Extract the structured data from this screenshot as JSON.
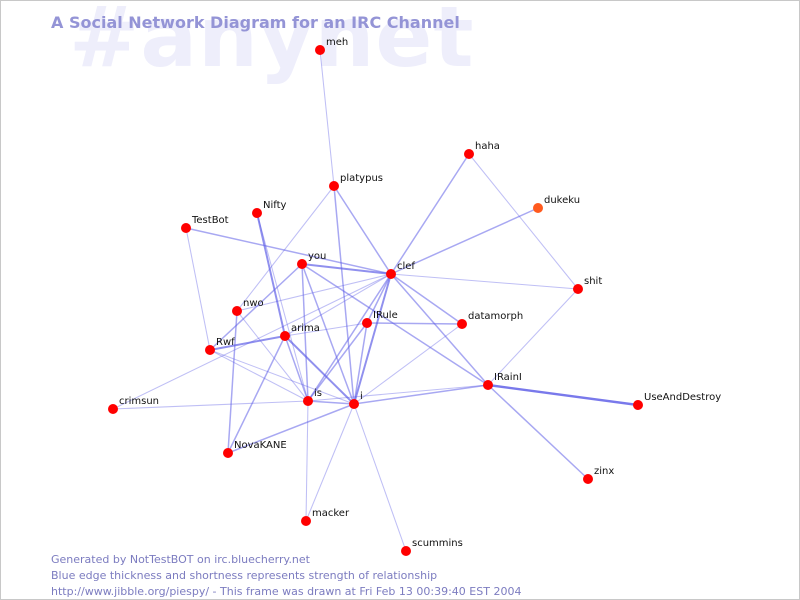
{
  "watermark": "#anynet",
  "title": "A Social Network Diagram for an IRC Channel",
  "footer": {
    "line1": "Generated by NotTestBOT on irc.bluecherry.net",
    "line2": "Blue edge thickness and shortness represents strength of relationship",
    "line3": "http://www.jibble.org/piespy/ - This frame was drawn at Fri Feb 13 00:39:40 EST 2004"
  },
  "colors": {
    "node": "#ff0000",
    "node_highlight": "#ff5a1e",
    "edge": "#5a5ae6",
    "title": "#9494d6",
    "watermark": "#eeeefb",
    "footer": "#7c7cc0"
  },
  "nodes": [
    {
      "id": "meh",
      "label": "meh"
    },
    {
      "id": "haha",
      "label": "haha"
    },
    {
      "id": "platypus",
      "label": "platypus"
    },
    {
      "id": "dukeku",
      "label": "dukeku",
      "highlight": true
    },
    {
      "id": "Nifty",
      "label": "Nifty"
    },
    {
      "id": "TestBot",
      "label": "TestBot"
    },
    {
      "id": "you",
      "label": "you"
    },
    {
      "id": "clef",
      "label": "clef"
    },
    {
      "id": "shit",
      "label": "shit"
    },
    {
      "id": "nwo",
      "label": "nwo"
    },
    {
      "id": "IRule",
      "label": "IRule"
    },
    {
      "id": "datamorph",
      "label": "datamorph"
    },
    {
      "id": "arima",
      "label": "arima"
    },
    {
      "id": "Rwf",
      "label": "Rwf"
    },
    {
      "id": "IRainI",
      "label": "IRainI"
    },
    {
      "id": "UseAndDestroy",
      "label": "UseAndDestroy"
    },
    {
      "id": "crimsun",
      "label": "crimsun"
    },
    {
      "id": "is",
      "label": "is"
    },
    {
      "id": "i",
      "label": "i"
    },
    {
      "id": "NovaKANE",
      "label": "NovaKANE"
    },
    {
      "id": "zinx",
      "label": "zinx"
    },
    {
      "id": "macker",
      "label": "macker"
    },
    {
      "id": "scummins",
      "label": "scummins"
    }
  ],
  "edges": [
    {
      "from": "meh",
      "to": "platypus",
      "strength": 1
    },
    {
      "from": "platypus",
      "to": "clef",
      "strength": 2
    },
    {
      "from": "platypus",
      "to": "i",
      "strength": 2
    },
    {
      "from": "platypus",
      "to": "nwo",
      "strength": 1
    },
    {
      "from": "haha",
      "to": "clef",
      "strength": 2
    },
    {
      "from": "haha",
      "to": "shit",
      "strength": 1
    },
    {
      "from": "dukeku",
      "to": "clef",
      "strength": 2
    },
    {
      "from": "shit",
      "to": "clef",
      "strength": 1
    },
    {
      "from": "shit",
      "to": "IRainI",
      "strength": 1
    },
    {
      "from": "Nifty",
      "to": "arima",
      "strength": 3
    },
    {
      "from": "Nifty",
      "to": "is",
      "strength": 1
    },
    {
      "from": "TestBot",
      "to": "clef",
      "strength": 2
    },
    {
      "from": "TestBot",
      "to": "Rwf",
      "strength": 1
    },
    {
      "from": "you",
      "to": "clef",
      "strength": 3
    },
    {
      "from": "you",
      "to": "i",
      "strength": 2
    },
    {
      "from": "you",
      "to": "is",
      "strength": 2
    },
    {
      "from": "you",
      "to": "IRainI",
      "strength": 2
    },
    {
      "from": "you",
      "to": "Rwf",
      "strength": 2
    },
    {
      "from": "nwo",
      "to": "clef",
      "strength": 1
    },
    {
      "from": "nwo",
      "to": "is",
      "strength": 1
    },
    {
      "from": "nwo",
      "to": "NovaKANE",
      "strength": 2
    },
    {
      "from": "crimsun",
      "to": "clef",
      "strength": 1
    },
    {
      "from": "crimsun",
      "to": "is",
      "strength": 1
    },
    {
      "from": "clef",
      "to": "i",
      "strength": 3
    },
    {
      "from": "clef",
      "to": "is",
      "strength": 2
    },
    {
      "from": "clef",
      "to": "IRule",
      "strength": 2
    },
    {
      "from": "clef",
      "to": "datamorph",
      "strength": 2
    },
    {
      "from": "clef",
      "to": "IRainI",
      "strength": 2
    },
    {
      "from": "clef",
      "to": "arima",
      "strength": 1
    },
    {
      "from": "IRule",
      "to": "datamorph",
      "strength": 2
    },
    {
      "from": "IRule",
      "to": "i",
      "strength": 2
    },
    {
      "from": "IRule",
      "to": "is",
      "strength": 2
    },
    {
      "from": "IRule",
      "to": "arima",
      "strength": 1
    },
    {
      "from": "arima",
      "to": "Rwf",
      "strength": 3
    },
    {
      "from": "arima",
      "to": "i",
      "strength": 3
    },
    {
      "from": "arima",
      "to": "is",
      "strength": 2
    },
    {
      "from": "arima",
      "to": "NovaKANE",
      "strength": 2
    },
    {
      "from": "Rwf",
      "to": "i",
      "strength": 1
    },
    {
      "from": "Rwf",
      "to": "is",
      "strength": 1
    },
    {
      "from": "i",
      "to": "is",
      "strength": 2
    },
    {
      "from": "i",
      "to": "IRainI",
      "strength": 2
    },
    {
      "from": "i",
      "to": "datamorph",
      "strength": 1
    },
    {
      "from": "i",
      "to": "NovaKANE",
      "strength": 2
    },
    {
      "from": "i",
      "to": "macker",
      "strength": 1
    },
    {
      "from": "i",
      "to": "scummins",
      "strength": 1
    },
    {
      "from": "is",
      "to": "IRainI",
      "strength": 1
    },
    {
      "from": "is",
      "to": "macker",
      "strength": 1
    },
    {
      "from": "IRainI",
      "to": "UseAndDestroy",
      "strength": 4
    },
    {
      "from": "IRainI",
      "to": "zinx",
      "strength": 2
    }
  ]
}
